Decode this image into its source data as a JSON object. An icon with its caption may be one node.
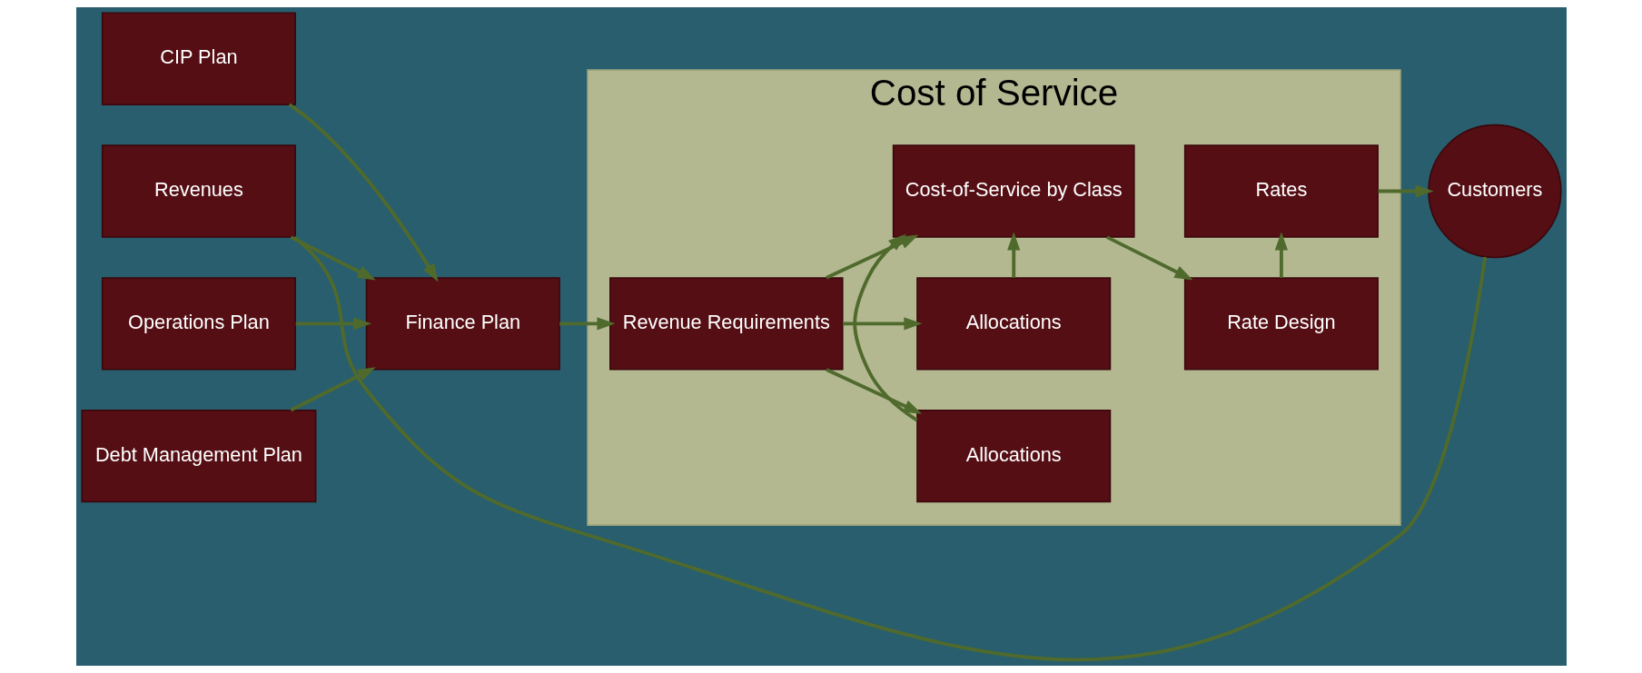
{
  "diagram": {
    "nodes": [
      {
        "text": [
          "CIP Plan"
        ]
      },
      {
        "text": [
          "Operations Plan"
        ]
      },
      {
        "text": [
          "Debt Management Plan"
        ]
      },
      {
        "text": [
          "Finance Plan"
        ]
      },
      {
        "text": [
          "Cost of Service"
        ]
      },
      {
        "text": [
          "Revenue Requirements"
        ],
        "in": 4
      },
      {
        "text": [
          "Allocations"
        ],
        "in": 4
      },
      {
        "text": [
          "Cost-of-Service by Class"
        ],
        "in": 4
      },
      {
        "text": [
          "Rate Design"
        ],
        "in": 4
      },
      {
        "text": [
          "Allocations"
        ],
        "in": 4
      },
      {
        "text": [
          "Rates"
        ],
        "in": 4
      },
      {
        "text": [
          "Customers"
        ]
      },
      {
        "text": [
          "Revenues"
        ]
      }
    ],
    "edges": [
      {
        "from": 0,
        "to": 3,
        "arrow": "to"
      },
      {
        "from": 1,
        "to": 3,
        "arrow": "to"
      },
      {
        "from": 2,
        "to": 3,
        "arrow": "to"
      },
      {
        "from": 3,
        "to": 5,
        "arrow": "to"
      },
      {
        "from": 5,
        "to": 6,
        "arrow": "to"
      },
      {
        "from": 5,
        "to": 7,
        "arrow": "to"
      },
      {
        "from": 5,
        "to": 9,
        "arrow": "to"
      },
      {
        "from": 6,
        "to": 7,
        "arrow": "to"
      },
      {
        "from": 9,
        "to": 7,
        "arrow": "to"
      },
      {
        "from": 7,
        "to": 8,
        "arrow": "to"
      },
      {
        "from": 8,
        "to": 10,
        "arrow": "to"
      },
      {
        "from": 10,
        "to": 11,
        "arrow": "to"
      },
      {
        "from": 11,
        "to": 12,
        "arrow": "none"
      },
      {
        "from": 12,
        "to": 3,
        "arrow": "to"
      }
    ]
  }
}
